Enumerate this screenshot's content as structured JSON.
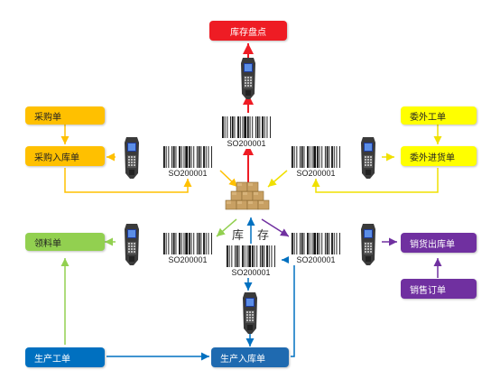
{
  "center": {
    "char1": "库",
    "char2": "存"
  },
  "barcode_text": "SO200001",
  "boxes": {
    "stocktake": "库存盘点",
    "purchase_order": "采购单",
    "purchase_receipt": "采购入库单",
    "outsource_order": "委外工单",
    "outsource_receipt": "委外进货单",
    "material_requisition": "领料单",
    "sales_delivery": "销货出库单",
    "sales_order": "销售订单",
    "production_order": "生产工单",
    "production_receipt": "生产入库单"
  },
  "colors": {
    "red": "#ee1c24",
    "orange": "#ffc000",
    "orange_box": "#ffc000",
    "yellow": "#ffff00",
    "green": "#92d050",
    "purple": "#7030a0",
    "blue": "#0070c0",
    "blue_dark": "#1f6ab0"
  }
}
